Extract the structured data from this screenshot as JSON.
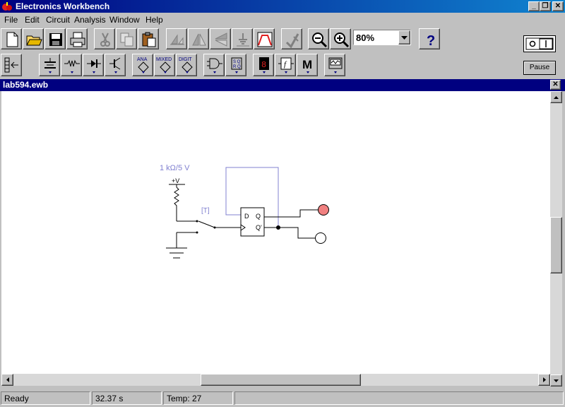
{
  "app": {
    "title": "Electronics Workbench"
  },
  "menu": [
    "File",
    "Edit",
    "Circuit",
    "Analysis",
    "Window",
    "Help"
  ],
  "toolbar": {
    "zoom_value": "80%",
    "parts_labels": {
      "analog": "ANA",
      "mixed": "MIXED",
      "digital": "DIGIT"
    },
    "misc_label": "M",
    "pause_label": "Pause"
  },
  "document": {
    "title": "lab594.ewb"
  },
  "circuit": {
    "source_label": "1 kΩ/5 V",
    "vcc_label": "+V",
    "switch_key_label": "[T]",
    "ff_labels": {
      "d": "D",
      "q": "Q",
      "qbar": "Q'"
    },
    "probe_q_color": "#f08080",
    "probe_qbar_color": "#ffffff"
  },
  "status": {
    "state": "Ready",
    "time": "32.37 s",
    "temp": "Temp:  27"
  }
}
